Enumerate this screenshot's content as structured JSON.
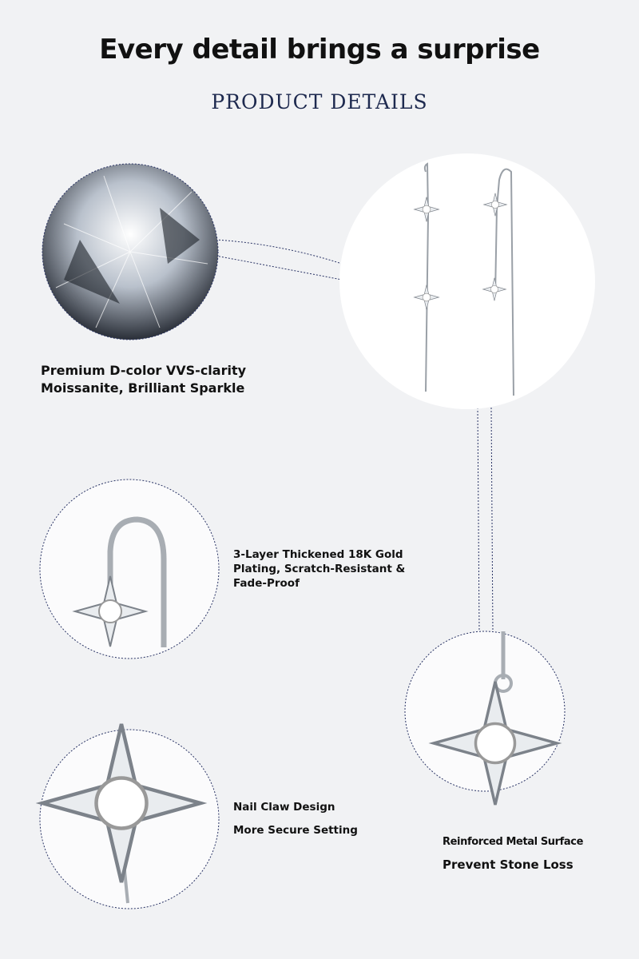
{
  "header": {
    "title": "Every detail brings a surprise",
    "subtitle": "PRODUCT DETAILS"
  },
  "features": [
    {
      "line1": "Premium D-color VVS-clarity",
      "line2": "Moissanite, Brilliant Sparkle"
    },
    {
      "line1": "3-Layer Thickened 18K Gold",
      "line2": "Plating, Scratch-Resistant &",
      "line3": "Fade-Proof"
    },
    {
      "line1": "Nail Claw Design",
      "line2": "More Secure Setting"
    },
    {
      "line1": "Reinforced Metal Surface",
      "line2": "Prevent Stone Loss"
    }
  ],
  "colors": {
    "background": "#f1f2f4",
    "subtitle": "#1e2a4f",
    "dash": "#2b3566"
  }
}
